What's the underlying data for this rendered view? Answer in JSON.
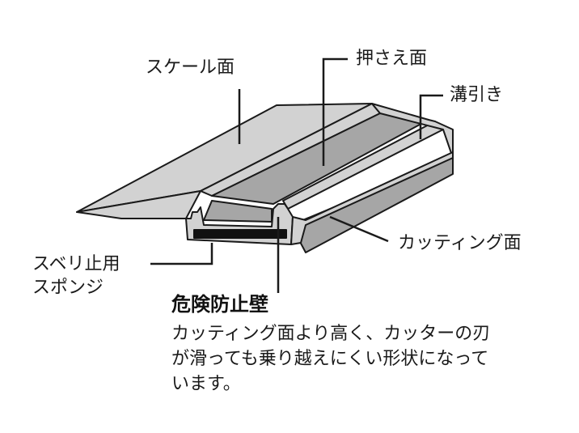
{
  "labels": {
    "scale_face": "スケール面",
    "holding_face": "押さえ面",
    "groove": "溝引き",
    "cutting_face": "カッティング面",
    "non_slip_sponge": [
      "スベリ止用",
      "スポンジ"
    ]
  },
  "note": {
    "title": "危険防止壁",
    "body_lines": [
      "カッティング面より高く、カッターの刃",
      "が滑っても乗り越えにくい形状になって",
      "います。"
    ]
  },
  "colors": {
    "line": "#1a1a1a",
    "surface_light": "#d2d2d2",
    "surface_dark": "#a6a6a6",
    "sponge": "#111111",
    "background": "#ffffff"
  }
}
